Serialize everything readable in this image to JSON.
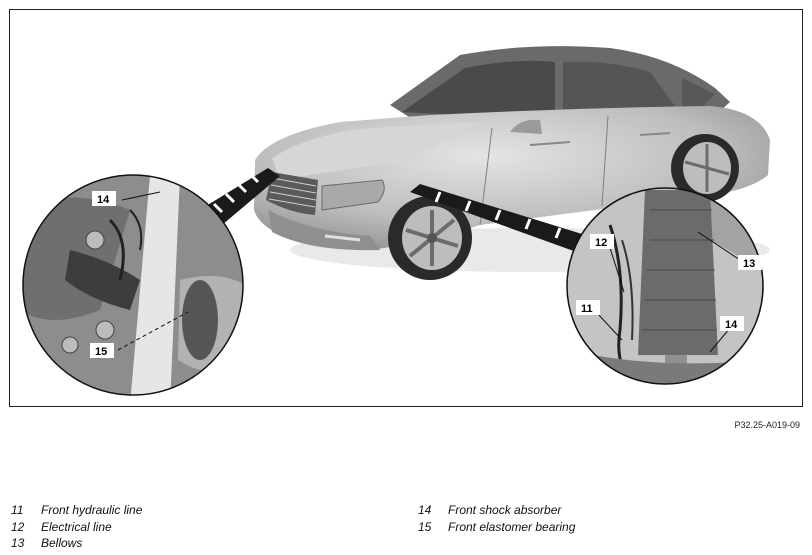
{
  "figure_ref": "P32.25-A019-09",
  "callouts": {
    "c14_left": "14",
    "c15": "15",
    "c12": "12",
    "c13": "13",
    "c11": "11",
    "c14_right": "14"
  },
  "legend": {
    "left": [
      {
        "num": "11",
        "label": "Front hydraulic line"
      },
      {
        "num": "12",
        "label": "Electrical line"
      },
      {
        "num": "13",
        "label": "Bellows"
      }
    ],
    "right": [
      {
        "num": "14",
        "label": "Front shock absorber"
      },
      {
        "num": "15",
        "label": "Front elastomer bearing"
      }
    ]
  }
}
